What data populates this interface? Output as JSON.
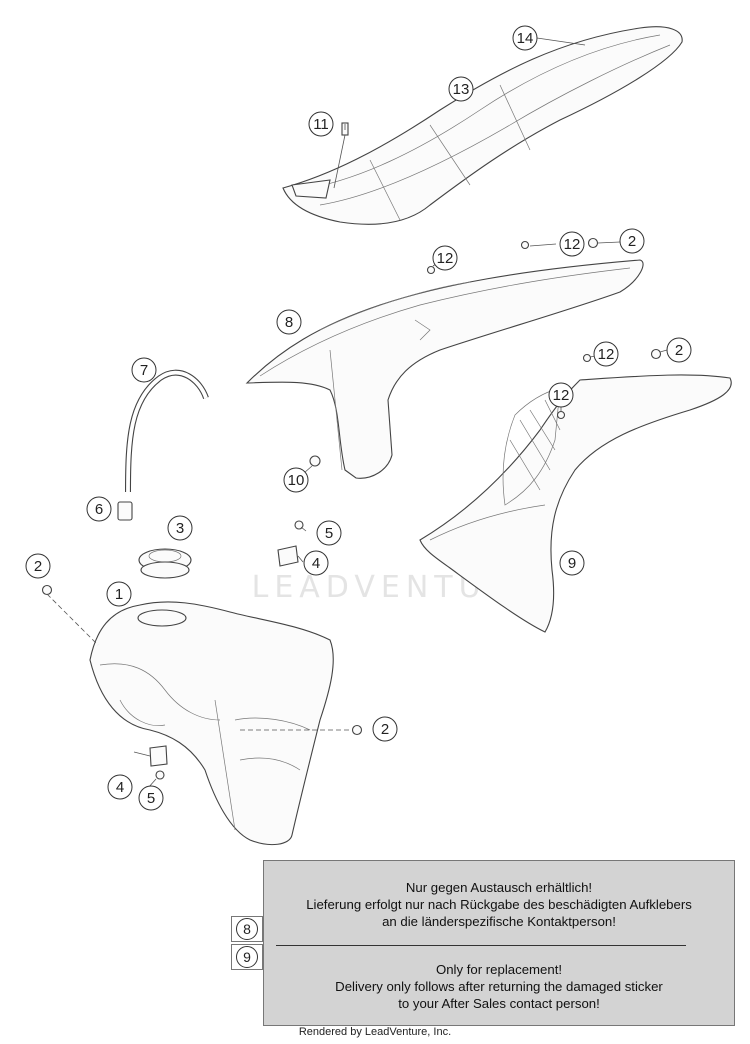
{
  "watermark": "LEADVENTURE",
  "callouts": [
    {
      "id": "c14",
      "label": "14"
    },
    {
      "id": "c13",
      "label": "13"
    },
    {
      "id": "c11",
      "label": "11"
    },
    {
      "id": "c12a",
      "label": "12"
    },
    {
      "id": "c12b",
      "label": "12"
    },
    {
      "id": "c2a",
      "label": "2"
    },
    {
      "id": "c8",
      "label": "8"
    },
    {
      "id": "c7",
      "label": "7"
    },
    {
      "id": "c12c",
      "label": "12"
    },
    {
      "id": "c2b",
      "label": "2"
    },
    {
      "id": "c12d",
      "label": "12"
    },
    {
      "id": "c10",
      "label": "10"
    },
    {
      "id": "c6",
      "label": "6"
    },
    {
      "id": "c3",
      "label": "3"
    },
    {
      "id": "c5a",
      "label": "5"
    },
    {
      "id": "c4a",
      "label": "4"
    },
    {
      "id": "c9",
      "label": "9"
    },
    {
      "id": "c2c",
      "label": "2"
    },
    {
      "id": "c1",
      "label": "1"
    },
    {
      "id": "c2d",
      "label": "2"
    },
    {
      "id": "c4b",
      "label": "4"
    },
    {
      "id": "c5b",
      "label": "5"
    }
  ],
  "notice": {
    "de_line1": "Nur gegen Austausch erhältlich!",
    "de_line2": "Lieferung erfolgt nur nach Rückgabe des beschädigten Aufklebers",
    "de_line3": "an die länderspezifische Kontaktperson!",
    "en_line1": "Only for replacement!",
    "en_line2": "Delivery only follows after returning the damaged sticker",
    "en_line3": "to your After Sales contact person!",
    "tag_top": "8",
    "tag_bottom": "9"
  },
  "footer": "Rendered by LeadVenture, Inc."
}
